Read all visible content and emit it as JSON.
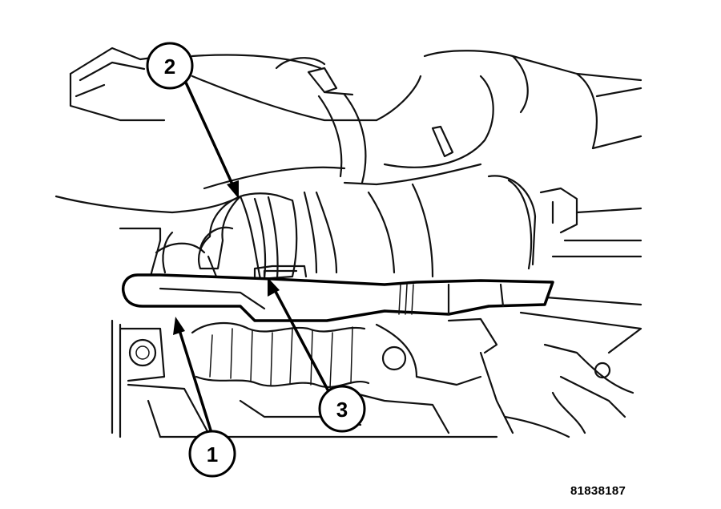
{
  "callouts": [
    {
      "id": "1",
      "label": "1"
    },
    {
      "id": "2",
      "label": "2"
    },
    {
      "id": "3",
      "label": "3"
    }
  ],
  "figure_id": "81838187"
}
